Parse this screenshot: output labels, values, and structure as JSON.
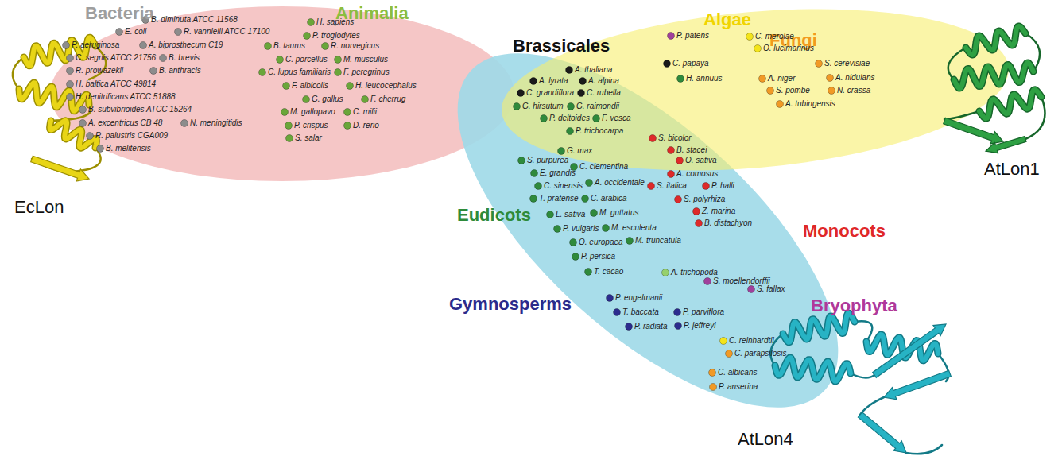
{
  "diagram": {
    "labels": [
      "Bacteria",
      "Animalia",
      "Brassicales",
      "Algae",
      "Fungi",
      "Eudicots",
      "Monocots",
      "Gymnosperms",
      "Bryophyta",
      "EcLon",
      "AtLon1",
      "AtLon4",
      "B. diminuta ATCC 11568",
      "E. coli",
      "R. vannielii ATCC 17100",
      "P. aeruginosa",
      "A. biprosthecum C19",
      "C. segnis ATCC 21756",
      "B. brevis",
      "R. prowazekii",
      "B. anthracis",
      "H. baltica ATCC 49814",
      "H. denitrificans ATCC 51888",
      "B. subvibrioides ATCC 15264",
      "A. excentricus CB 48",
      "N. meningitidis",
      "R. palustris CGA009",
      "B. melitensis",
      "H. sapiens",
      "P. troglodytes",
      "B. taurus",
      "R. norvegicus",
      "C. porcellus",
      "M. musculus",
      "C. lupus familiaris",
      "F. peregrinus",
      "F. albicolis",
      "H. leucocephalus",
      "G. gallus",
      "F. cherrug",
      "M. gallopavo",
      "C. milii",
      "P. crispus",
      "D. rerio",
      "S. salar",
      "A. thaliana",
      "A. lyrata",
      "A. alpina",
      "C. grandiflora",
      "C. rubella",
      "C. papaya",
      "G. hirsutum",
      "G. raimondii",
      "P. deltoides",
      "F. vesca",
      "P. trichocarpa",
      "H. annuus",
      "S. bicolor",
      "P. patens",
      "C. merolae",
      "O. lucimarinus",
      "S. cerevisiae",
      "A. niger",
      "A. nidulans",
      "S. pombe",
      "N. crassa",
      "A. tubingensis",
      "S. purpurea",
      "G. max",
      "E. grandis",
      "C. clementina",
      "C. sinensis",
      "A. occidentale",
      "T. pratense",
      "C. arabica",
      "L. sativa",
      "M. guttatus",
      "P. vulgaris",
      "M. esculenta",
      "O. europaea",
      "M. truncatula",
      "P. persica",
      "T. cacao",
      "A. trichopoda",
      "B. stacei",
      "O. sativa",
      "A. comosus",
      "S. italica",
      "P. halli",
      "S. polyrhiza",
      "Z. marina",
      "B. distachyon",
      "S. moellendorffii",
      "S. fallax",
      "P. engelmanii",
      "T. baccata",
      "P. parviflora",
      "P. radiata",
      "P. jeffreyi",
      "C. reinhardtii",
      "C. parapsilosis",
      "C. albicans",
      "P. anserina"
    ]
  }
}
